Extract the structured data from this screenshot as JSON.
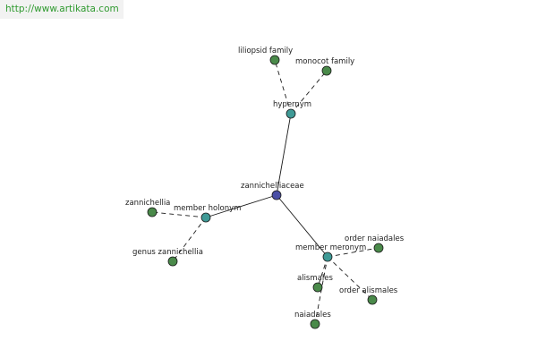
{
  "header": {
    "url": "http://www.artikata.com"
  },
  "colors": {
    "center": "#4a4fa6",
    "relation": "#3f9a96",
    "leaf": "#4a8a4a",
    "stroke": "#1a1a1a",
    "url_text": "#2f9a2f"
  },
  "graph": {
    "center": "zannichelliaceae",
    "relations": [
      {
        "label": "hypernym",
        "leaves": [
          "liliopsid family",
          "monocot family"
        ]
      },
      {
        "label": "member holonym",
        "leaves": [
          "zannichellia",
          "genus zannichellia"
        ]
      },
      {
        "label": "member meronym",
        "leaves": [
          "order naiadales",
          "alismales",
          "order alismales",
          "naiadales"
        ]
      }
    ]
  }
}
